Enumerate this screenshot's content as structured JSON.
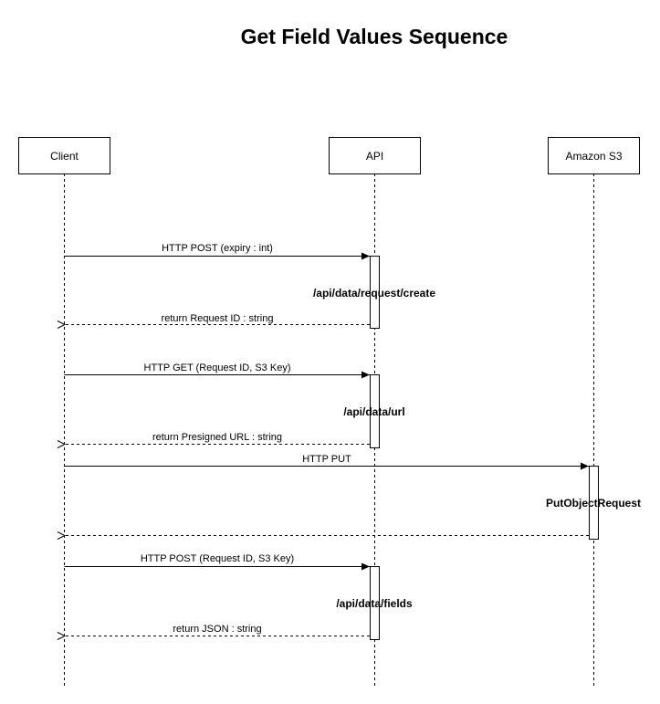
{
  "title": "Get Field Values Sequence",
  "participants": [
    {
      "id": "client",
      "label": "Client"
    },
    {
      "id": "api",
      "label": "API"
    },
    {
      "id": "s3",
      "label": "Amazon S3"
    }
  ],
  "messages": [
    {
      "id": "m1",
      "from": "client",
      "to": "api",
      "kind": "call",
      "label": "HTTP POST (expiry : int)"
    },
    {
      "id": "m2",
      "from": "api",
      "to": "client",
      "kind": "return",
      "label": "return Request ID : string"
    },
    {
      "id": "m3",
      "from": "client",
      "to": "api",
      "kind": "call",
      "label": "HTTP GET (Request ID, S3 Key)"
    },
    {
      "id": "m4",
      "from": "api",
      "to": "client",
      "kind": "return",
      "label": "return Presigned URL : string"
    },
    {
      "id": "m5",
      "from": "client",
      "to": "s3",
      "kind": "call",
      "label": "HTTP PUT"
    },
    {
      "id": "m6",
      "from": "s3",
      "to": "client",
      "kind": "return",
      "label": ""
    },
    {
      "id": "m7",
      "from": "client",
      "to": "api",
      "kind": "call",
      "label": "HTTP POST (Request ID, S3 Key)"
    },
    {
      "id": "m8",
      "from": "api",
      "to": "client",
      "kind": "return",
      "label": "return JSON : string"
    }
  ],
  "activations": [
    {
      "id": "a1",
      "on": "api",
      "label": "/api/data/request/create"
    },
    {
      "id": "a2",
      "on": "api",
      "label": "/api/data/url"
    },
    {
      "id": "a3",
      "on": "s3",
      "label": "PutObjectRequest"
    },
    {
      "id": "a4",
      "on": "api",
      "label": "/api/data/fields"
    }
  ]
}
